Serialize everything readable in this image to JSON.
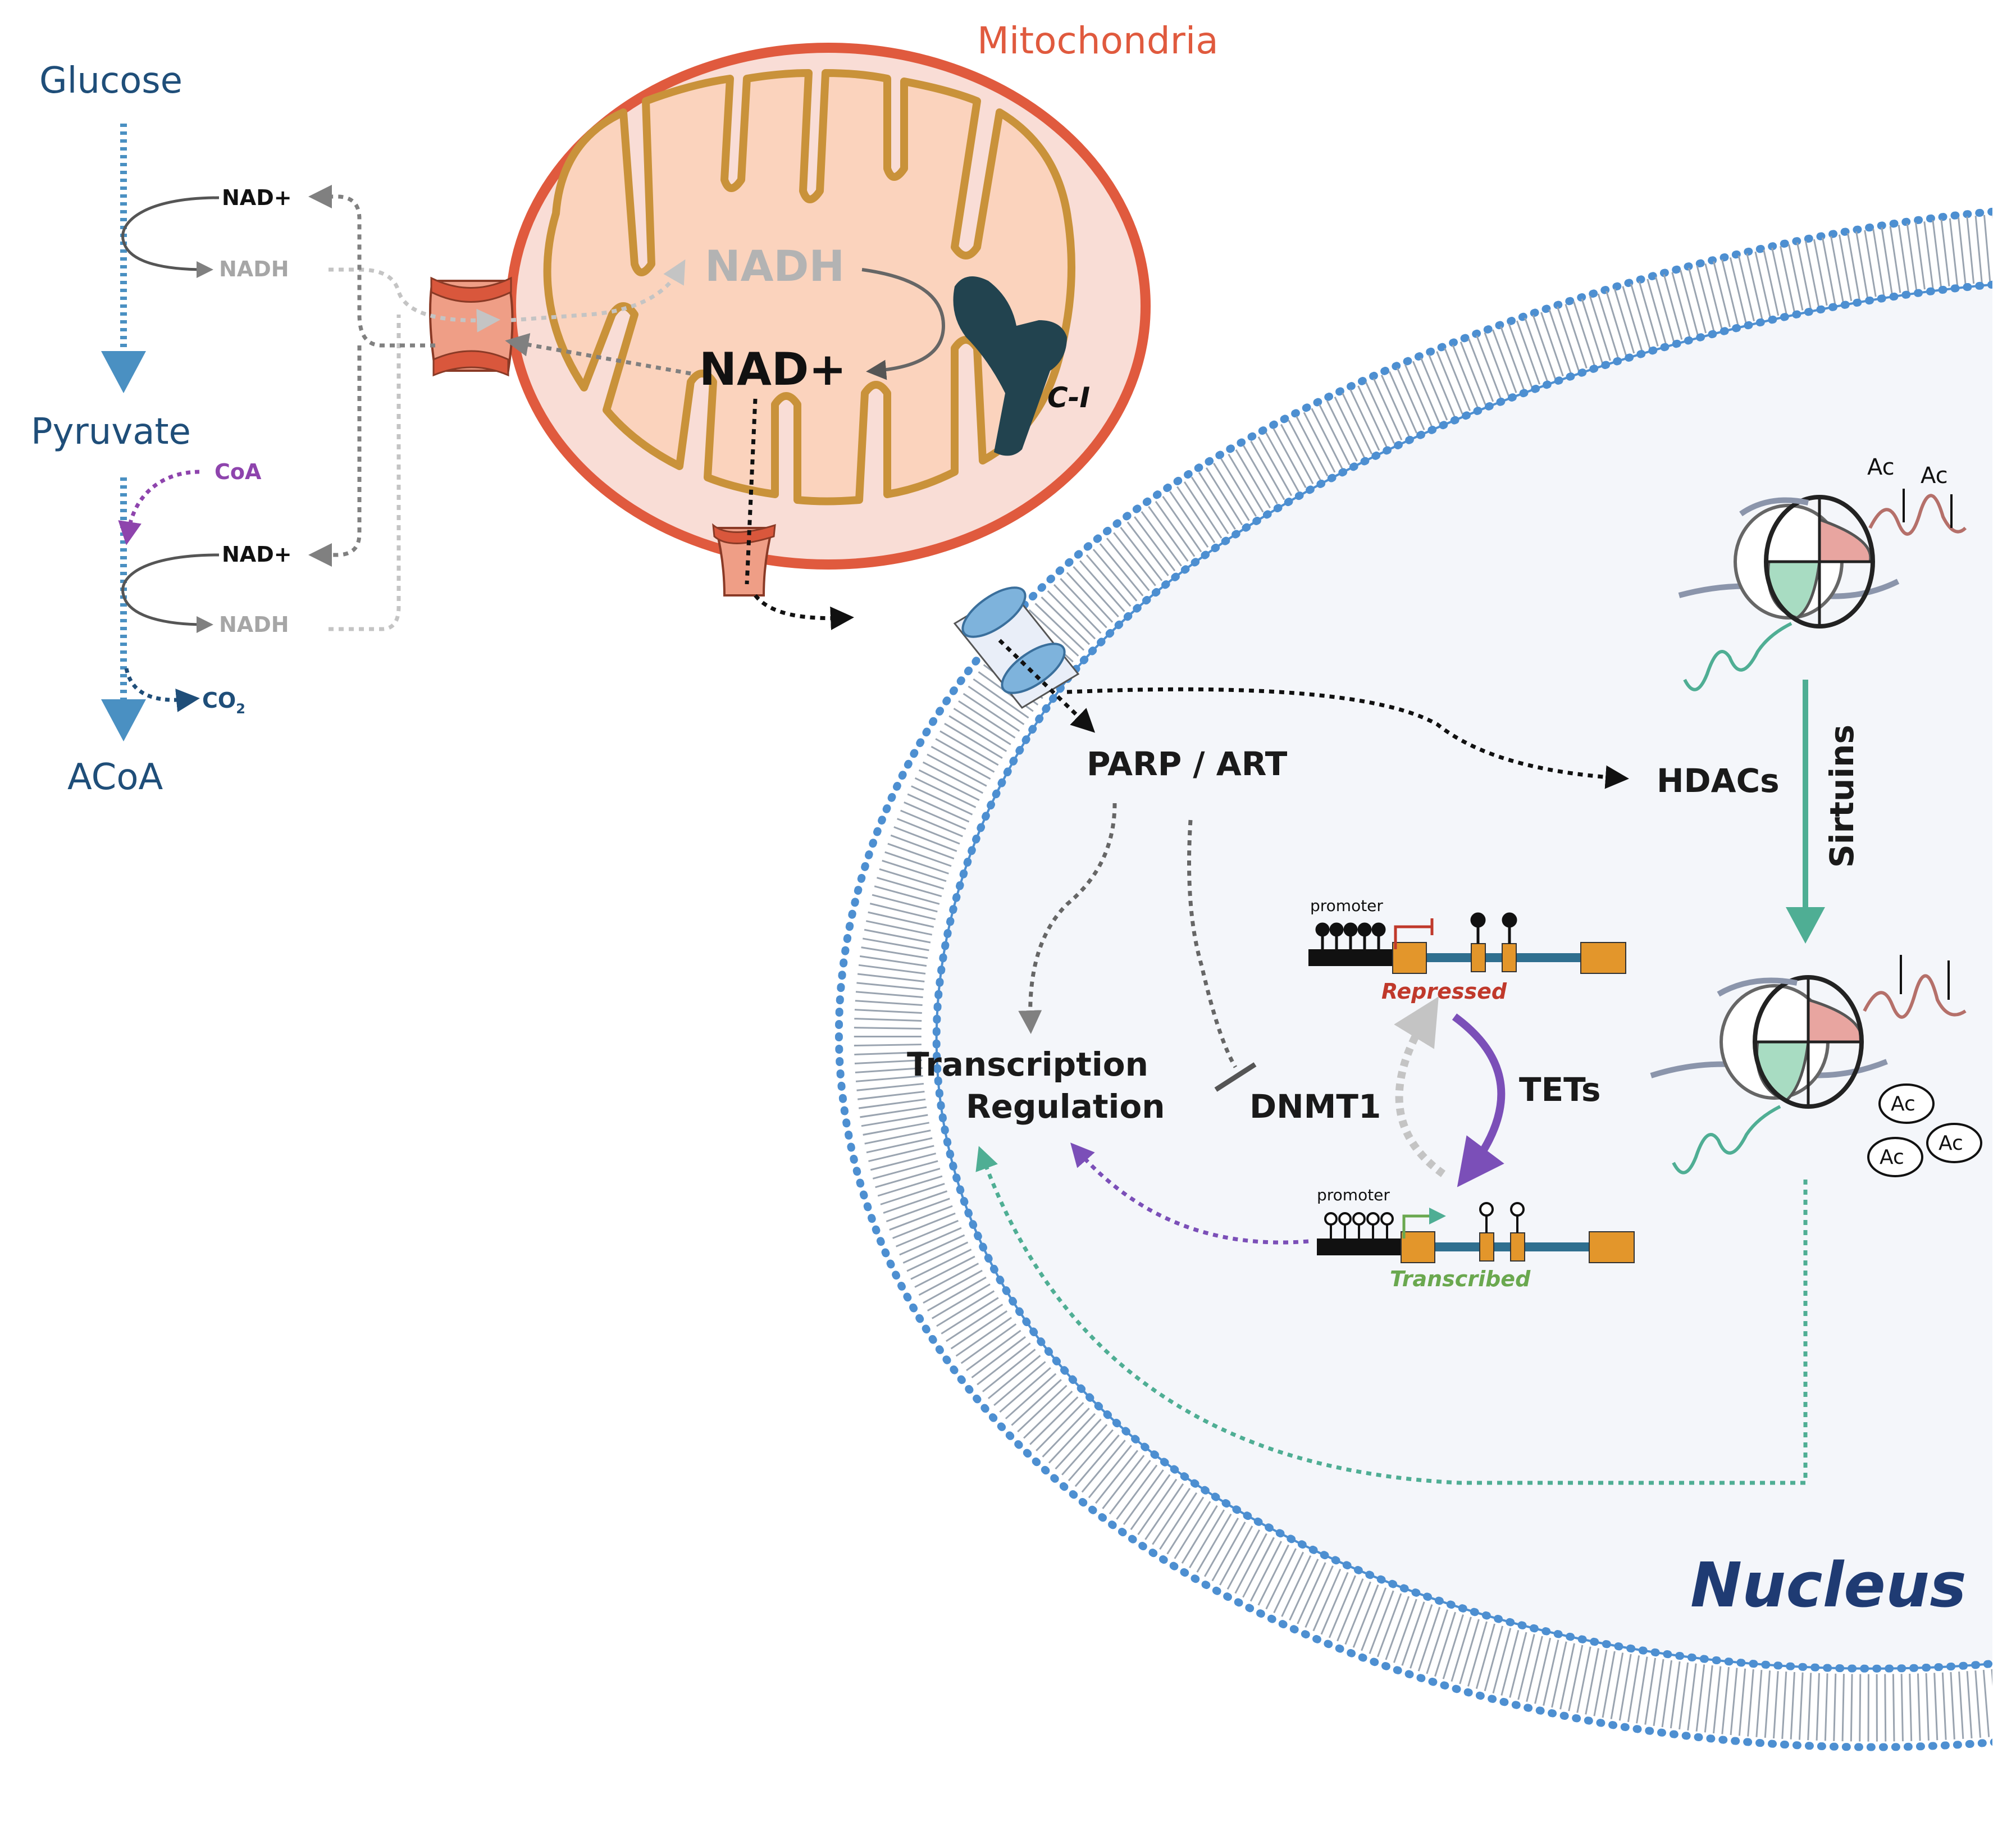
{
  "colors": {
    "pathway_blue": "#4a90c2",
    "pathway_text": "#1f4e79",
    "mito_outer": "#e05a3e",
    "mito_fill": "#f9ddd6",
    "mito_inner_fill": "#fbd3bd",
    "cristae": "#c9923a",
    "complex1": "#22434f",
    "membrane_blue": "#4d8fd1",
    "nucleus_fill": "#f4f6fa",
    "purple": "#7b4fb8",
    "teal": "#4fae94",
    "coa_purple": "#8e44ad",
    "repressed_red": "#c0392b",
    "transcribed_green": "#6aa84f",
    "gene_body": "#2f6f8f",
    "exon": "#e3962b"
  },
  "labels": {
    "glucose": "Glucose",
    "pyruvate": "Pyruvate",
    "acoa": "ACoA",
    "nad_top": "NAD+",
    "nadh_top": "NADH",
    "coa": "CoA",
    "nad_mid": "NAD+",
    "nadh_mid": "NADH",
    "co2": "CO",
    "co2_sub": "2",
    "mitochondria": "Mitochondria",
    "mito_nadh": "NADH",
    "mito_nad": "NAD+",
    "complex1": "C-I",
    "parp": "PARP / ART",
    "hdacs": "HDACs",
    "sirtuins": "Sirtuins",
    "transcription_line1": "Transcription",
    "transcription_line2": "Regulation",
    "dnmt1": "DNMT1",
    "tets": "TETs",
    "promoter_top": "promoter",
    "promoter_bottom": "promoter",
    "repressed": "Repressed",
    "transcribed": "Transcribed",
    "ac_top_1": "Ac",
    "ac_top_2": "Ac",
    "ac_free_1": "Ac",
    "ac_free_2": "Ac",
    "ac_free_3": "Ac",
    "nucleus": "Nucleus"
  }
}
